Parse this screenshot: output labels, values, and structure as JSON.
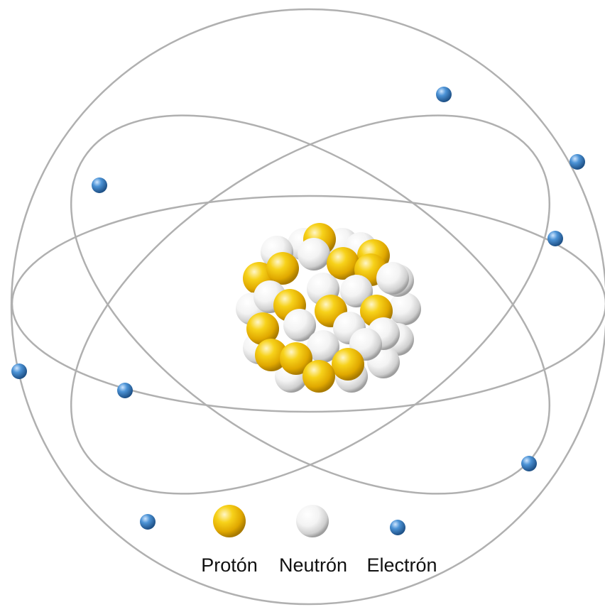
{
  "diagram": {
    "legend": [
      {
        "key": "proton",
        "label": "Protón",
        "color": "#f2c300"
      },
      {
        "key": "neutron",
        "label": "Neutrón",
        "color": "#f2f2f2"
      },
      {
        "key": "electron",
        "label": "Electrón",
        "color": "#3a7fc1"
      }
    ],
    "colors": {
      "orbit": "#b0b0b0",
      "proton": "#f2c300",
      "neutron": "#f2f2f2",
      "electron": "#3a7fc1"
    }
  }
}
